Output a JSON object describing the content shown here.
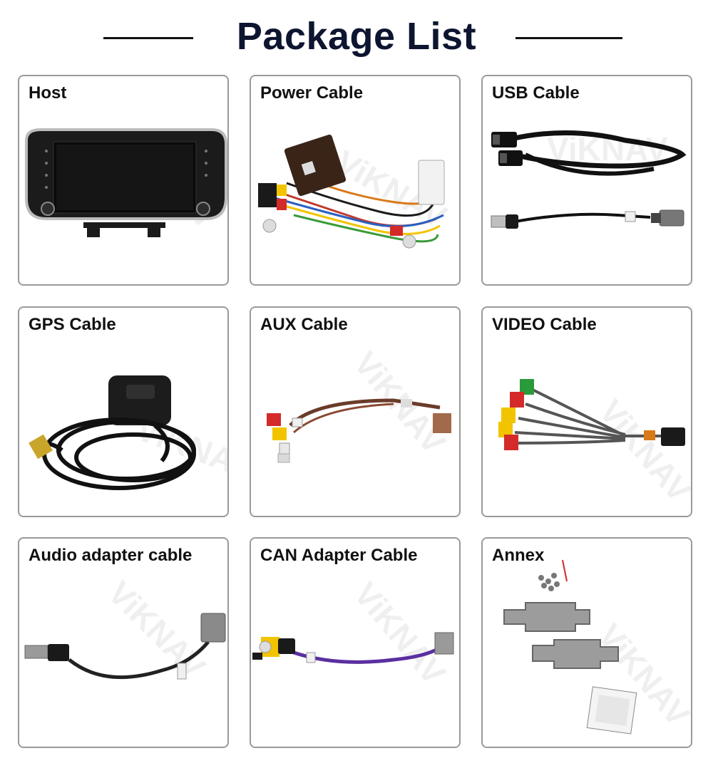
{
  "page": {
    "title": "Package List",
    "watermark": "ViKNAV"
  },
  "items": [
    {
      "label": "Host",
      "icon": "car-stereo-host-image"
    },
    {
      "label": "Power Cable",
      "icon": "power-cable-harness-image"
    },
    {
      "label": "USB Cable",
      "icon": "usb-cable-image"
    },
    {
      "label": "GPS Cable",
      "icon": "gps-antenna-image"
    },
    {
      "label": "AUX Cable",
      "icon": "aux-cable-image"
    },
    {
      "label": "VIDEO Cable",
      "icon": "video-rca-cable-image"
    },
    {
      "label": "Audio adapter cable",
      "icon": "audio-adapter-cable-image"
    },
    {
      "label": "CAN Adapter Cable",
      "icon": "can-adapter-cable-image"
    },
    {
      "label": "Annex",
      "icon": "mounting-brackets-screws-image"
    }
  ],
  "colors": {
    "title": "#0d1530",
    "card_border": "#9a9a9a",
    "rca_red": "#d42a2a",
    "rca_yellow": "#f2c400",
    "rca_white": "#efefef",
    "rca_green": "#2a9a3a",
    "can_wire": "#5a2fa0"
  }
}
